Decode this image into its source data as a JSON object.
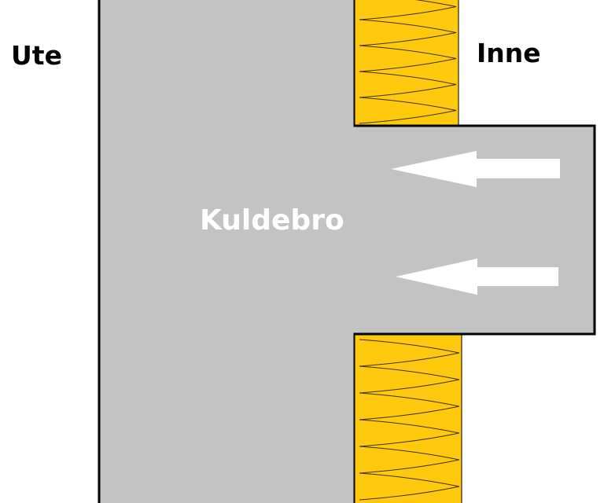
{
  "labels": {
    "outside": "Ute",
    "inside": "Inne",
    "thermal_bridge": "Kuldebro"
  },
  "colors": {
    "concrete": "#c3c3c3",
    "insulation": "#ffc90e",
    "outline": "#000000",
    "arrow": "#ffffff",
    "text_dark": "#000000",
    "text_light": "#ffffff"
  },
  "icons": {
    "heat_flow_arrow": "arrow-left-icon",
    "insulation_pattern": "zigzag-insulation-icon"
  }
}
